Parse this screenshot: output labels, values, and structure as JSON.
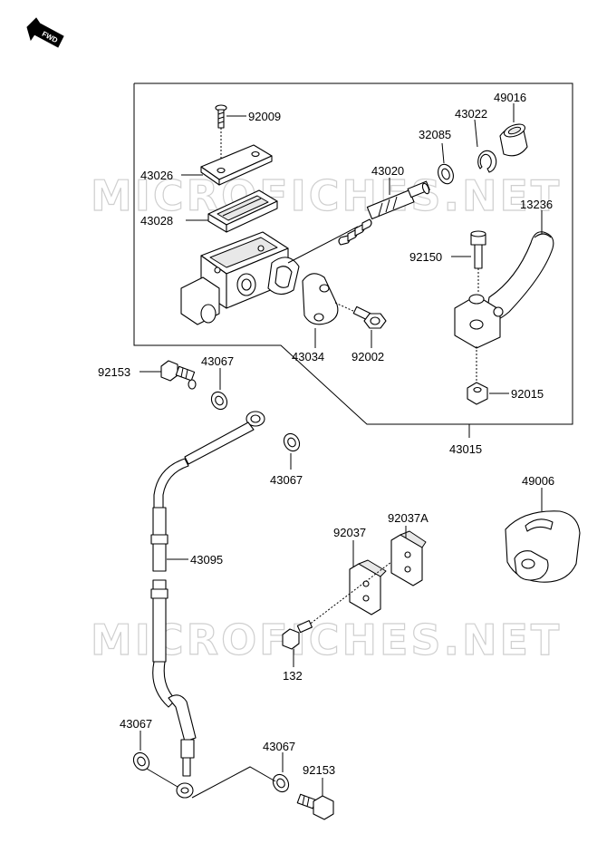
{
  "watermark": "MICROFICHES.NET",
  "fwd_label": "FWD",
  "parts": {
    "p92009": "92009",
    "p43026": "43026",
    "p43028": "43028",
    "p43020": "43020",
    "p32085": "32085",
    "p43022": "43022",
    "p49016": "49016",
    "p13236": "13236",
    "p92150": "92150",
    "p43034": "43034",
    "p92002": "92002",
    "p92015": "92015",
    "p43015": "43015",
    "p92153a": "92153",
    "p43067a": "43067",
    "p43067b": "43067",
    "p43095": "43095",
    "p49006": "49006",
    "p92037": "92037",
    "p92037A": "92037A",
    "p132": "132",
    "p43067c": "43067",
    "p43067d": "43067",
    "p92153b": "92153"
  }
}
